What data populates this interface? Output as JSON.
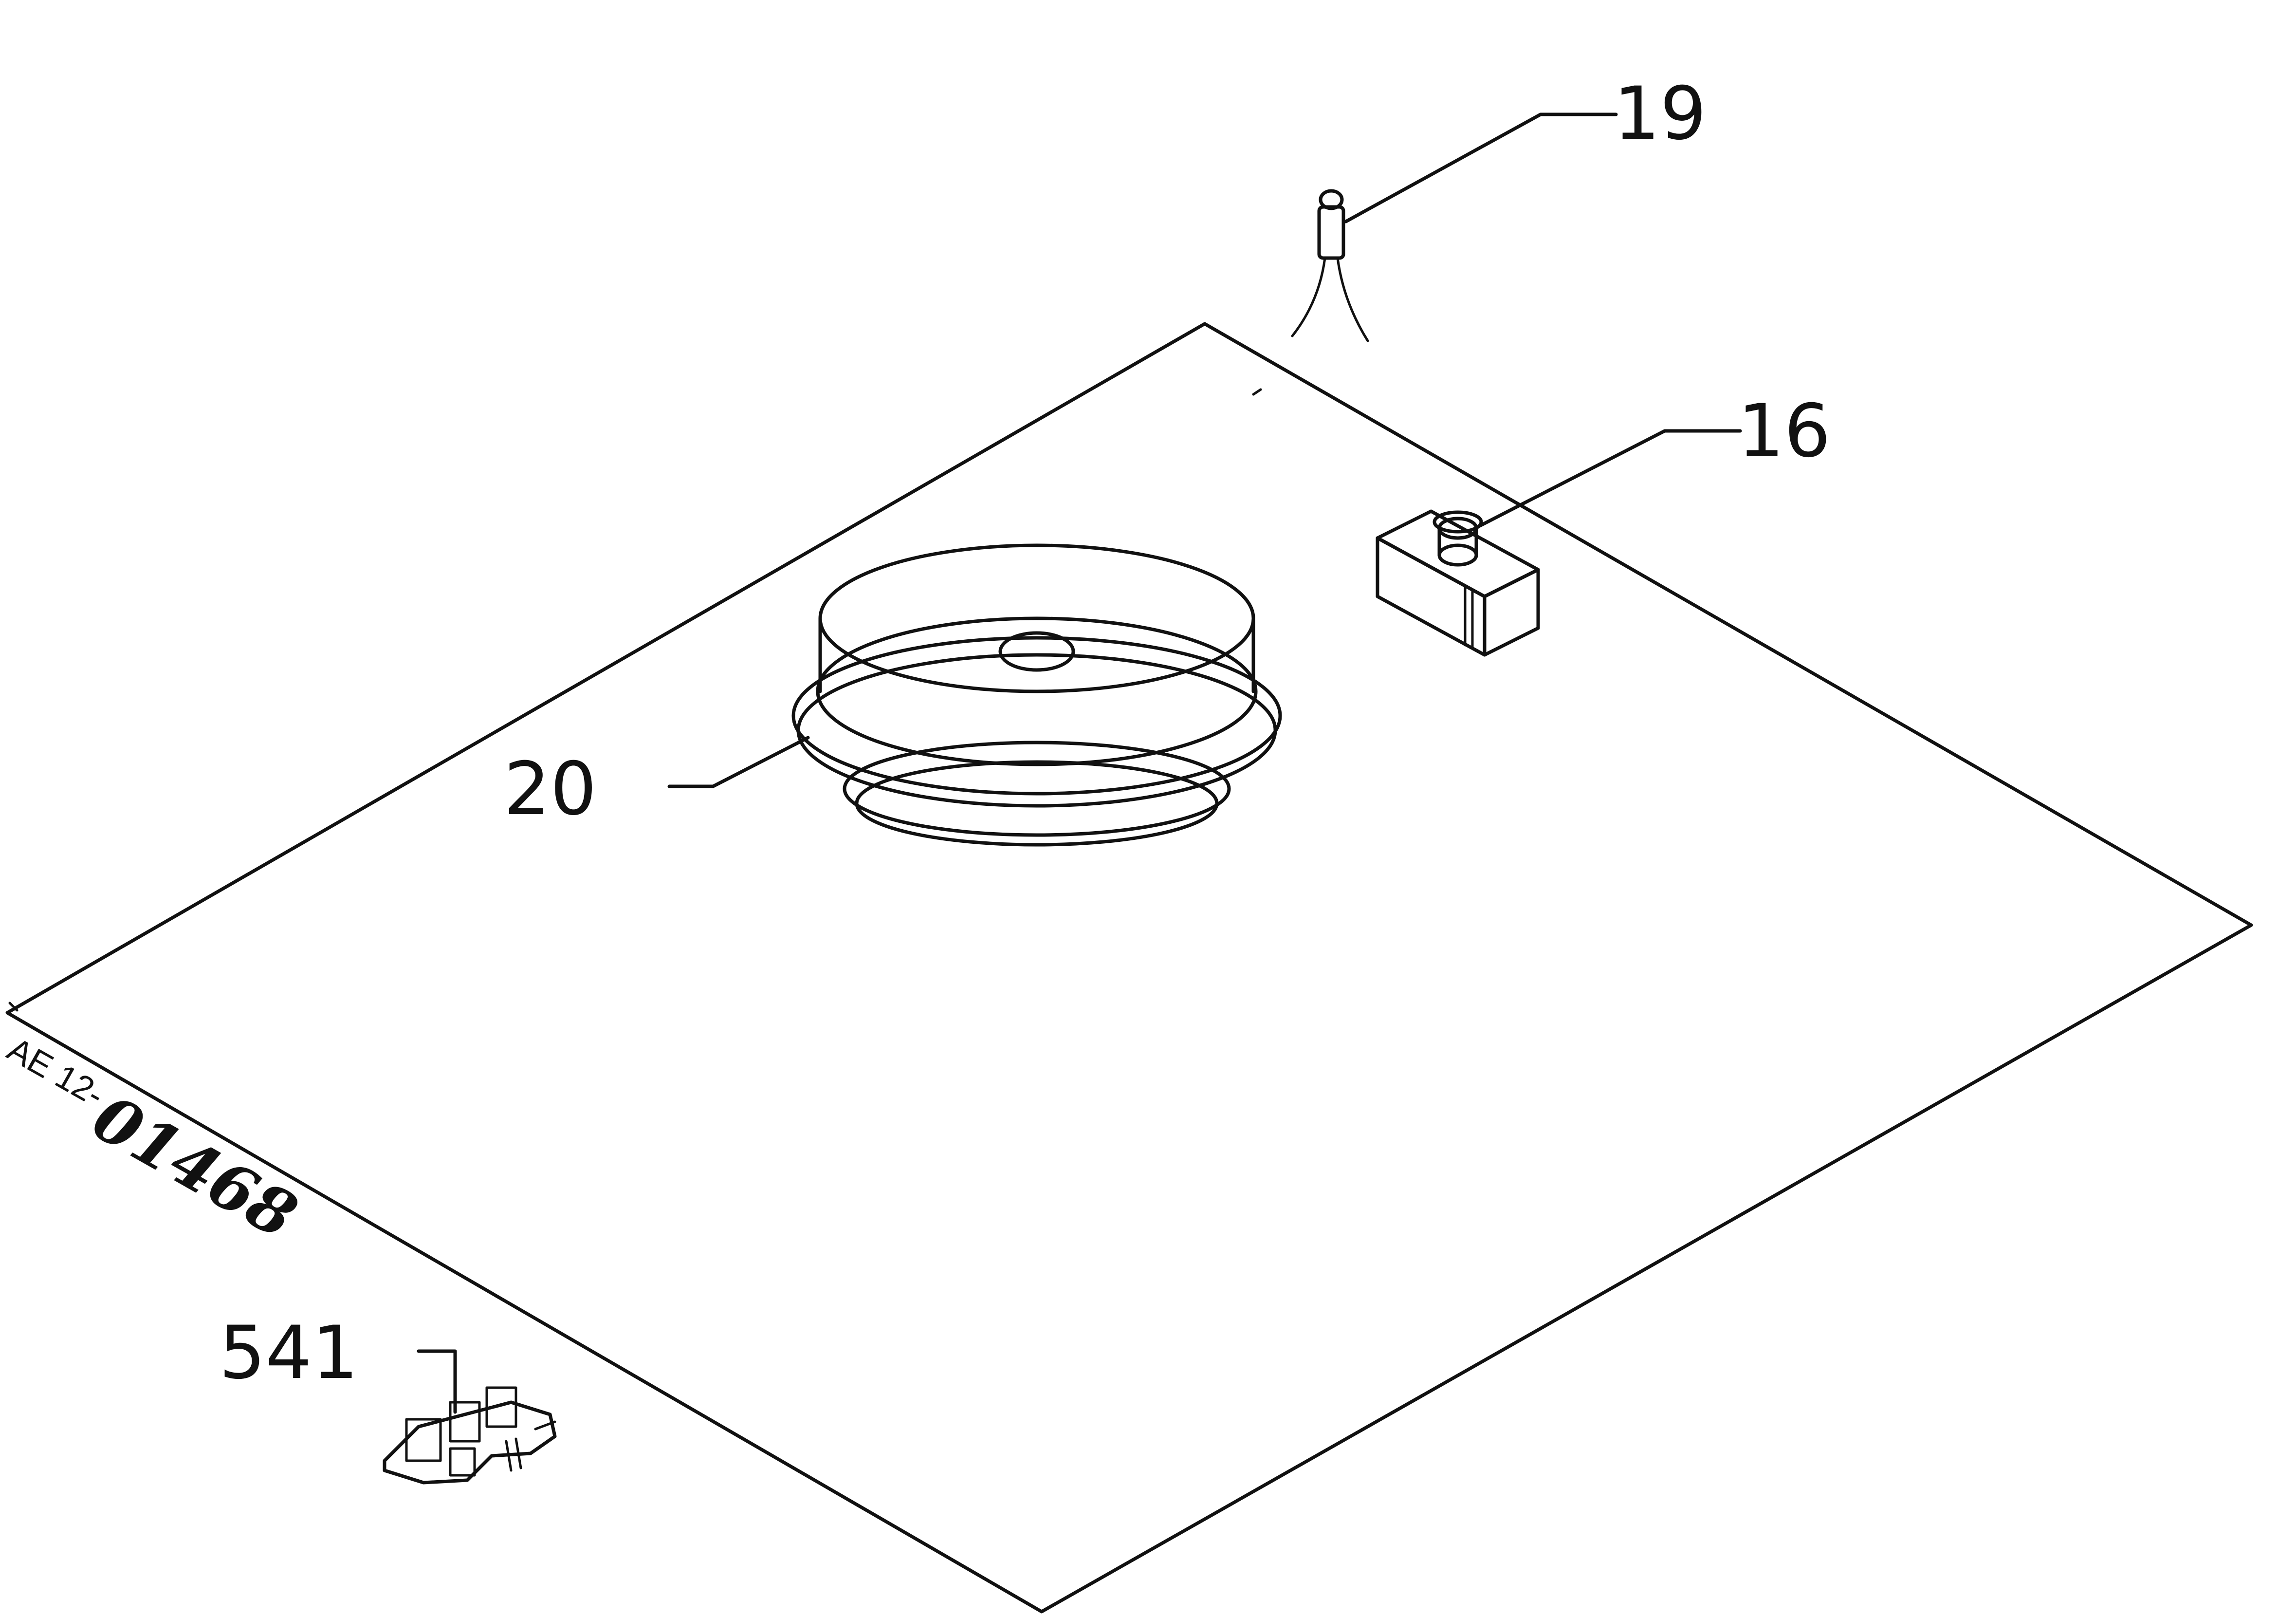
{
  "callouts": {
    "part_19": "19",
    "part_16": "16",
    "part_20": "20",
    "part_541": "541"
  },
  "drawing_code": {
    "prefix": "AE 12-",
    "number": "01468"
  },
  "colors": {
    "ink": "#111111",
    "paper": "#ffffff"
  }
}
